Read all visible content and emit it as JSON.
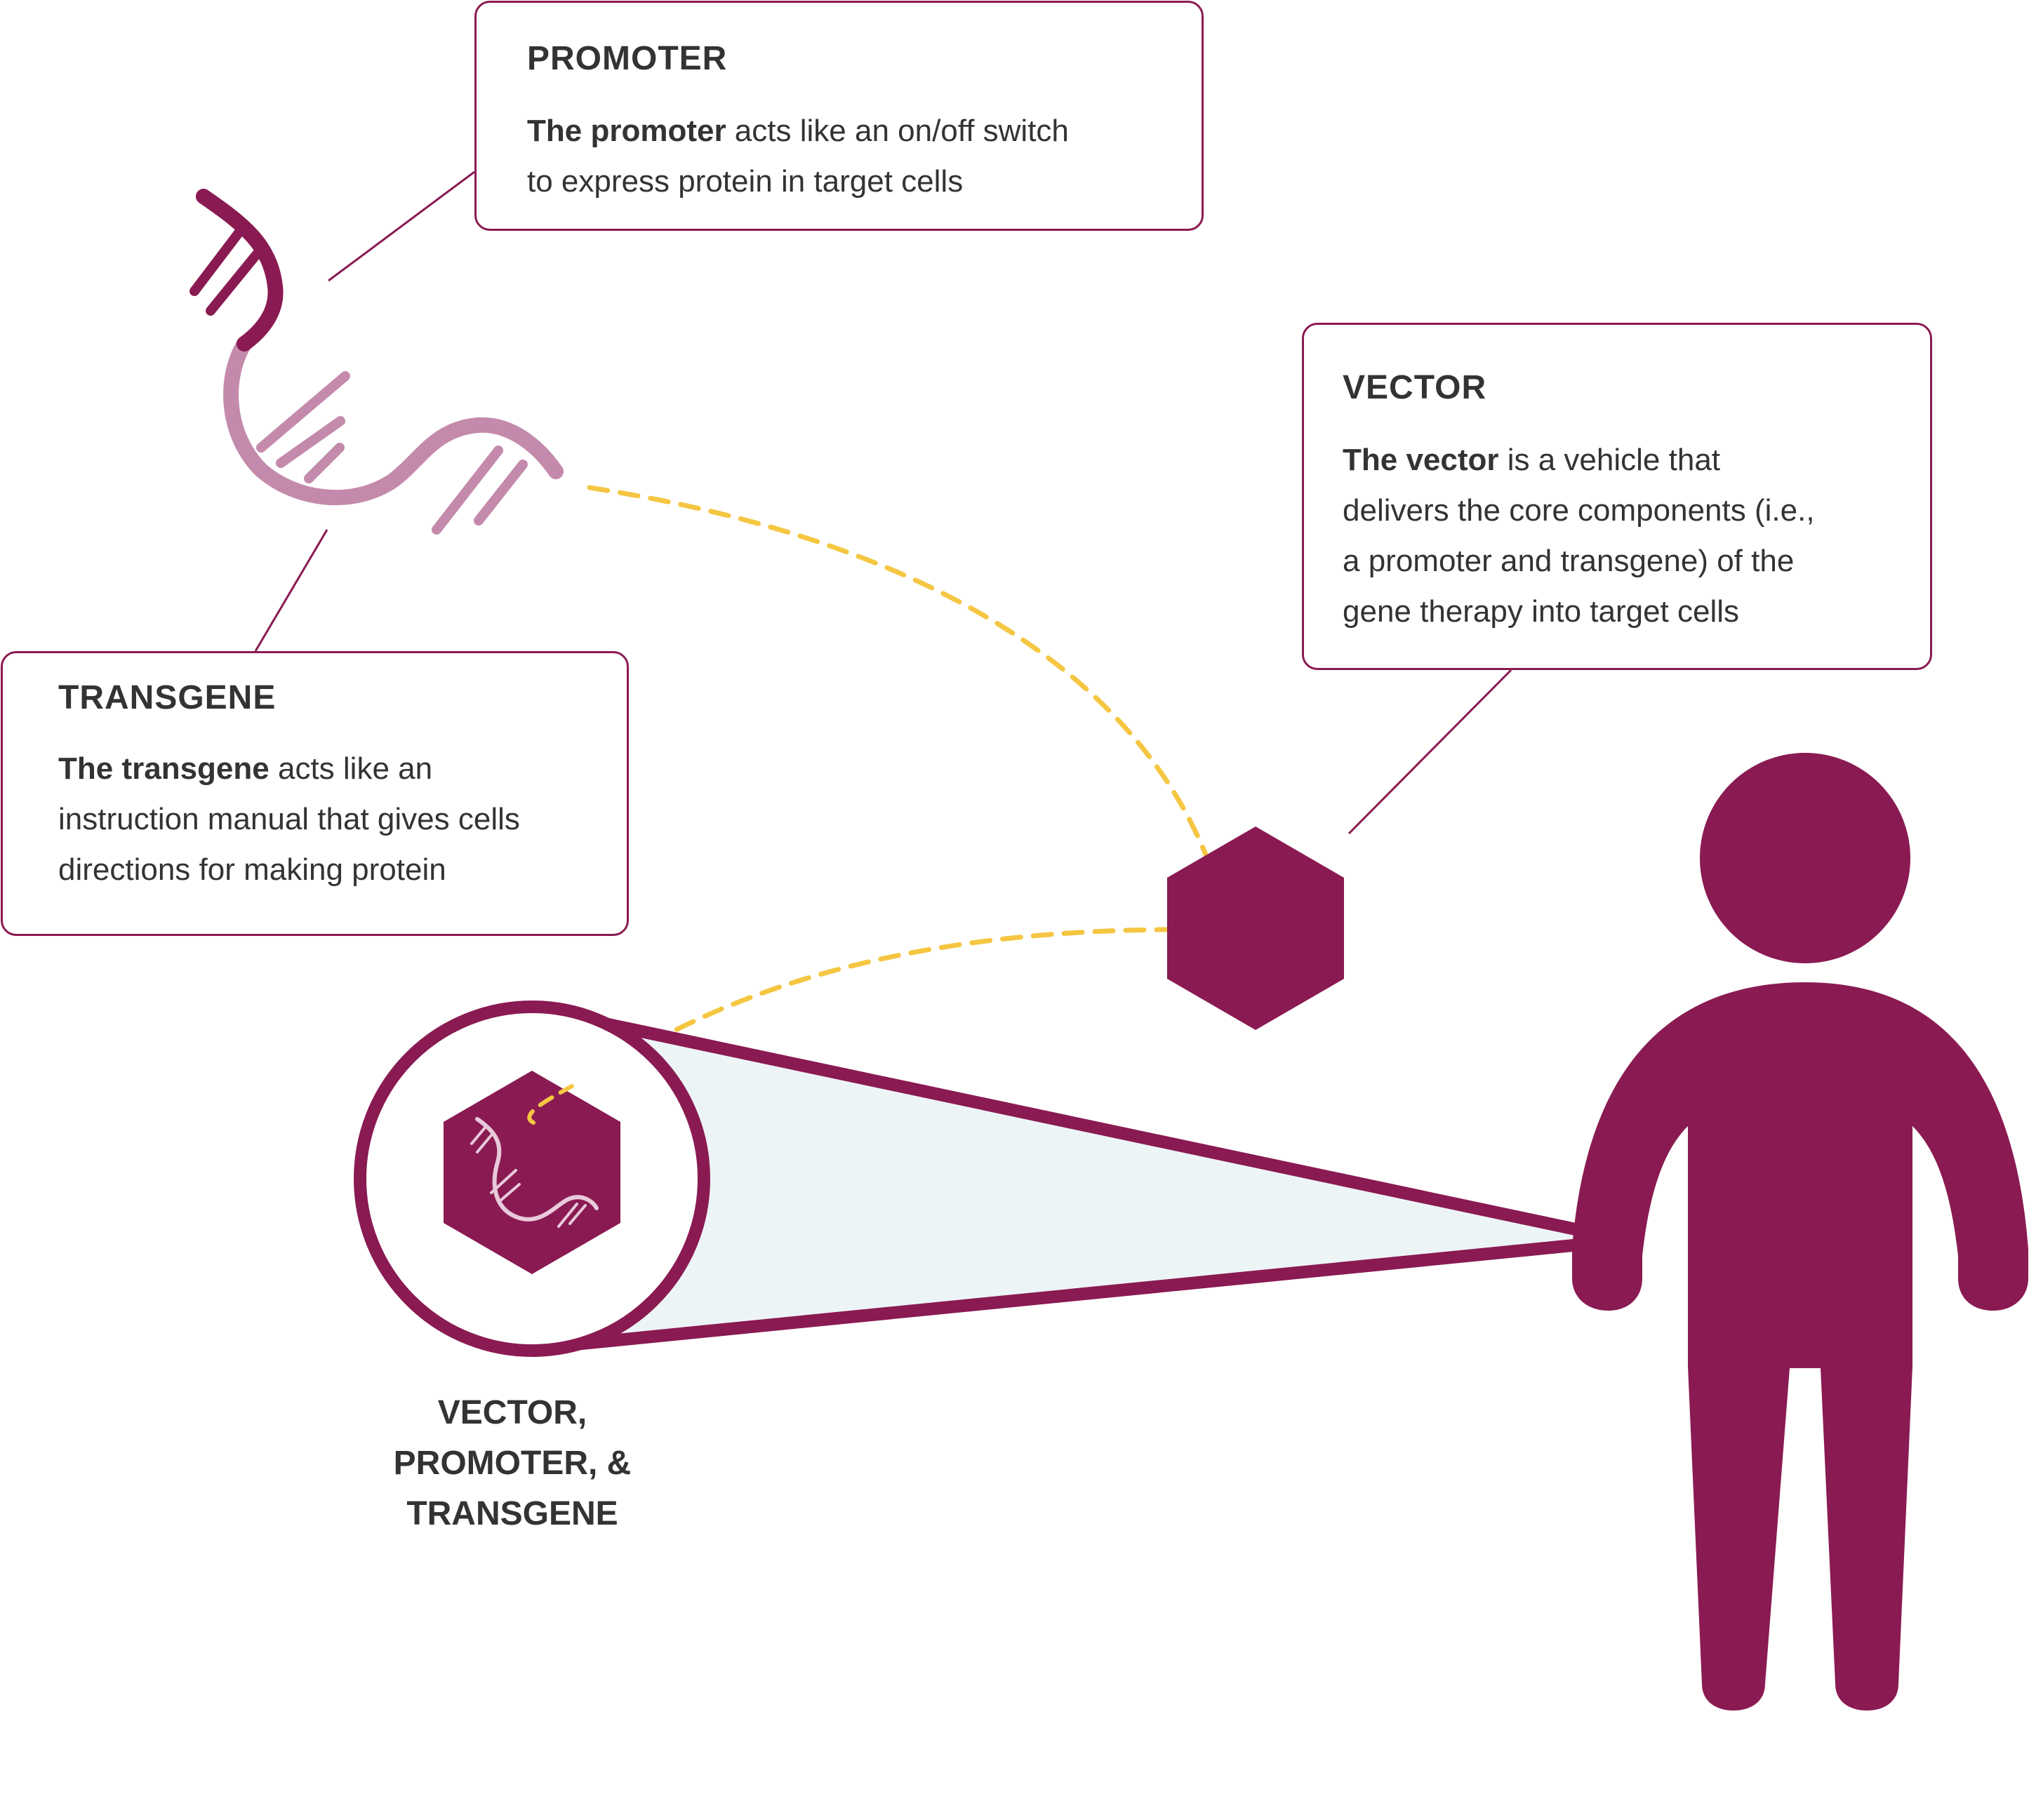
{
  "promoter": {
    "title": "PROMOTER",
    "bold": "The promoter",
    "line1_rest": " acts like an on/off switch",
    "line2": "to express protein in target cells"
  },
  "vector": {
    "title": "VECTOR",
    "bold": "The vector",
    "line1_rest": " is a vehicle that",
    "line2": "delivers the core components (i.e.,",
    "line3": "a promoter and transgene) of the",
    "line4": "gene therapy into target cells"
  },
  "transgene": {
    "title": "TRANSGENE",
    "bold": "The transgene",
    "line1_rest": " acts like an",
    "line2": "instruction manual that gives cells",
    "line3": "directions for making protein"
  },
  "combined_label": {
    "line1": "VECTOR,",
    "line2": "PROMOTER, &",
    "line3": "TRANSGENE"
  },
  "colors": {
    "brand": "#8a1a52",
    "strand_light": "#c48aac",
    "path_dashed": "#f5c642",
    "text": "#333333",
    "zoom_fill": "#edf4f6"
  }
}
